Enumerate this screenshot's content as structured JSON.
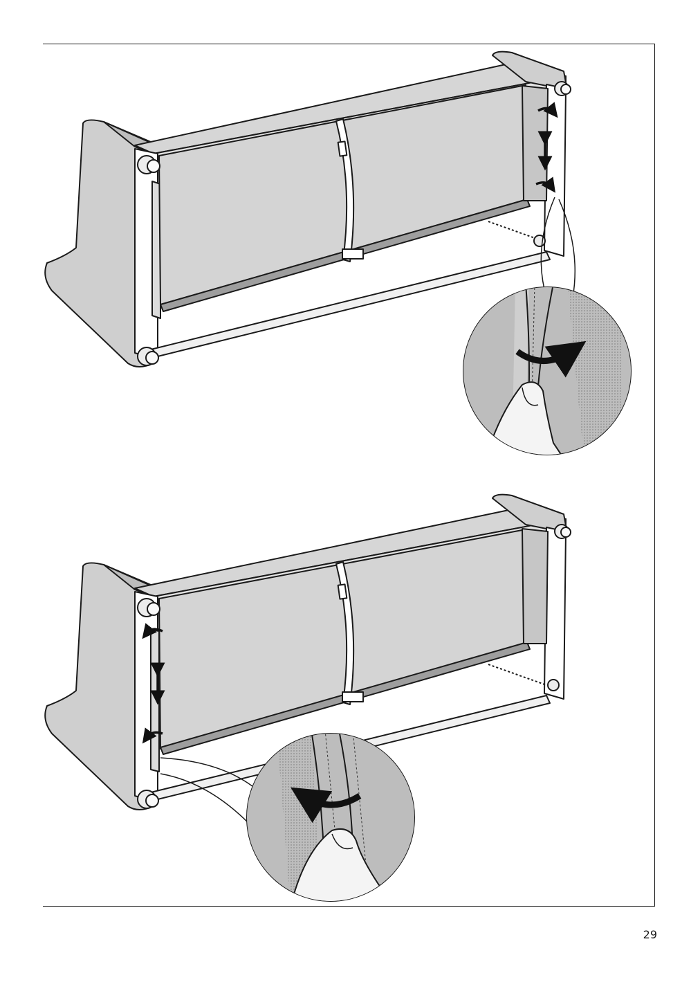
{
  "page": {
    "number": "29"
  },
  "steps": [
    {
      "name": "top",
      "action": "fold-and-tuck-fabric-edge",
      "detail": "zoomed-right-edge"
    },
    {
      "name": "bottom",
      "action": "fold-and-tuck-fabric-edge",
      "detail": "zoomed-left-edge"
    }
  ],
  "colors": {
    "fabric": "#d6d6d6",
    "fabric_dark": "#c4c4c4",
    "line": "#1a1a1a",
    "arrow": "#111111"
  },
  "icons": [
    "curved-arrow-icon",
    "double-arrow-icon",
    "hand-icon",
    "magnifier-circle-icon"
  ]
}
